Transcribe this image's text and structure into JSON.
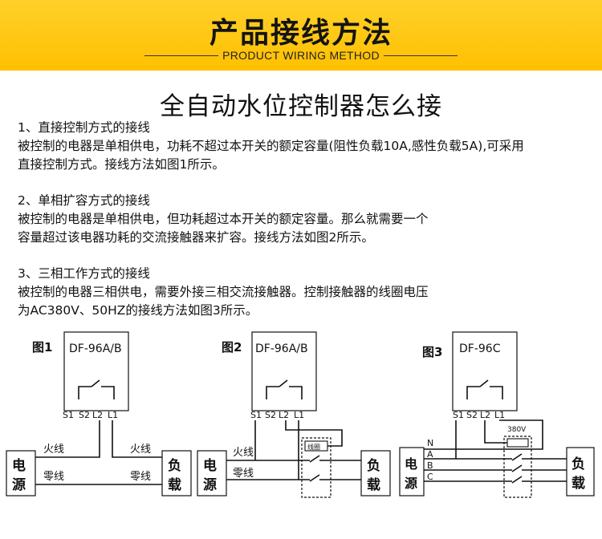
{
  "header": {
    "title": "产品接线方法",
    "subtitle": "PRODUCT WIRING METHOD"
  },
  "main_title": "全自动水位控制器怎么接",
  "sections": [
    {
      "heading": "1、直接控制方式的接线",
      "lines": [
        "被控制的电器是单相供电，功耗不超过本开关的额定容量(阻性负载10A,感性负载5A),可采用",
        "直接控制方式。接线方法如图1所示。"
      ]
    },
    {
      "heading": "2、单相扩容方式的接线",
      "lines": [
        "被控制的电器是单相供电，但功耗超过本开关的额定容量。那么就需要一个",
        "容量超过该电器功耗的交流接触器来扩容。接线方法如图2所示。"
      ]
    },
    {
      "heading": "3、三相工作方式的接线",
      "lines": [
        "被控制的电器三相供电，需要外接三相交流接触器。控制接触器的线圈电压",
        "为AC380V、50HZ的接线方法如图3所示。"
      ]
    }
  ],
  "diagrams": [
    {
      "label": "图1",
      "model": "DF-96A/B",
      "terminals": [
        "S1",
        "S2",
        "L2",
        "L1"
      ],
      "source": [
        "电",
        "源"
      ],
      "load": [
        "负",
        "载"
      ],
      "wires": [
        "火线",
        "零线",
        "火线",
        "零线"
      ]
    },
    {
      "label": "图2",
      "model": "DF-96A/B",
      "terminals": [
        "S1",
        "S2",
        "L2",
        "L1"
      ],
      "source": [
        "电",
        "源"
      ],
      "load": [
        "负",
        "载"
      ],
      "wires": [
        "火线",
        "零线"
      ],
      "coil": "线圈"
    },
    {
      "label": "图3",
      "model": "DF-96C",
      "terminals": [
        "S1",
        "S2",
        "L2",
        "L1"
      ],
      "source": [
        "电",
        "源"
      ],
      "load": [
        "负",
        "载"
      ],
      "phases": [
        "N",
        "A",
        "B",
        "C"
      ],
      "coil_voltage": "380V"
    }
  ]
}
